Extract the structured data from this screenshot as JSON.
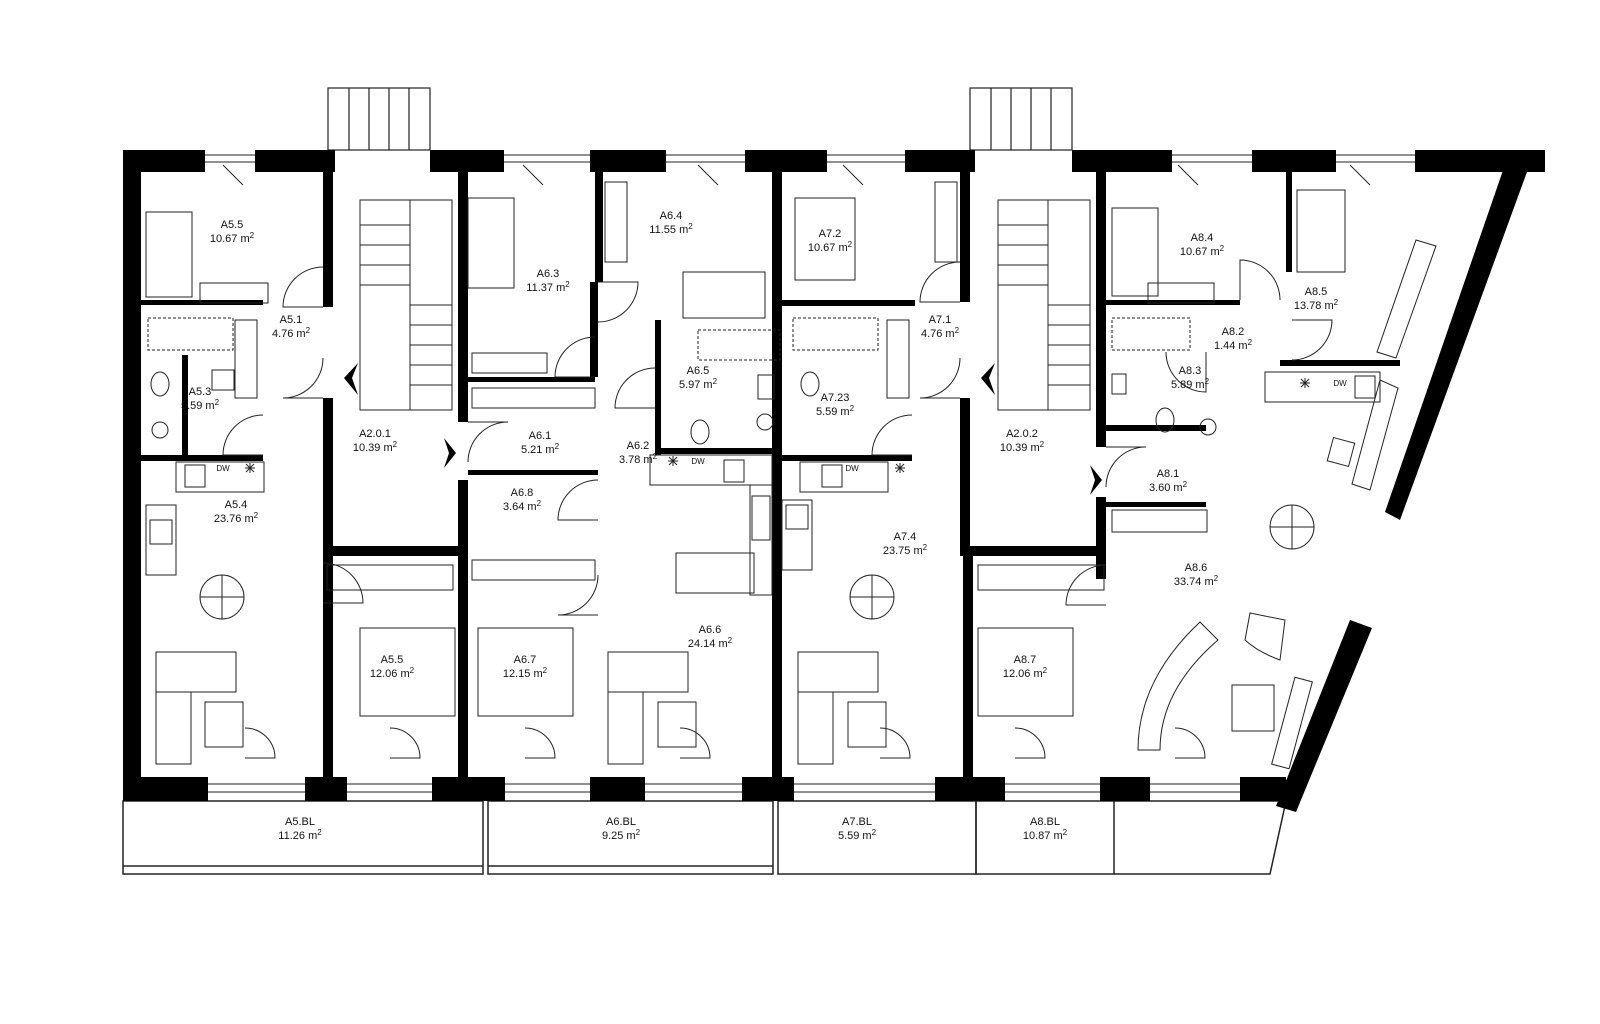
{
  "area_unit": "m",
  "area_exponent": "2",
  "appliance_labels": {
    "dishwasher": "DW"
  },
  "icons": [
    "stair-arrow-icon",
    "entry-arrow-icon",
    "fan-icon",
    "door-swing-icon",
    "table-chairs-icon",
    "bed-icon",
    "sofa-icon",
    "wardrobe-icon",
    "shower-icon",
    "toilet-icon",
    "sink-icon",
    "hob-icon"
  ],
  "colors": {
    "wall": "#000000",
    "line": "#1a1a1a",
    "background": "#ffffff"
  },
  "rooms": [
    {
      "id": "A5.5",
      "code": "A5.5",
      "area": "10.67"
    },
    {
      "id": "A5.1",
      "code": "A5.1",
      "area": "4.76"
    },
    {
      "id": "A5.3",
      "code": "A5.3",
      "area": "5.59"
    },
    {
      "id": "A5.4",
      "code": "A5.4",
      "area": "23.76"
    },
    {
      "id": "A5.5b",
      "code": "A5.5",
      "area": "12.06"
    },
    {
      "id": "A2.0.1",
      "code": "A2.0.1",
      "area": "10.39"
    },
    {
      "id": "A6.3",
      "code": "A6.3",
      "area": "11.37"
    },
    {
      "id": "A6.4",
      "code": "A6.4",
      "area": "11.55"
    },
    {
      "id": "A6.5",
      "code": "A6.5",
      "area": "5.97"
    },
    {
      "id": "A6.1",
      "code": "A6.1",
      "area": "5.21"
    },
    {
      "id": "A6.2",
      "code": "A6.2",
      "area": "3.78"
    },
    {
      "id": "A6.8",
      "code": "A6.8",
      "area": "3.64"
    },
    {
      "id": "A6.7",
      "code": "A6.7",
      "area": "12.15"
    },
    {
      "id": "A6.6",
      "code": "A6.6",
      "area": "24.14"
    },
    {
      "id": "A7.2",
      "code": "A7.2",
      "area": "10.67"
    },
    {
      "id": "A7.1",
      "code": "A7.1",
      "area": "4.76"
    },
    {
      "id": "A7.23",
      "code": "A7.23",
      "area": "5.59"
    },
    {
      "id": "A7.4",
      "code": "A7.4",
      "area": "23.75"
    },
    {
      "id": "A2.0.2",
      "code": "A2.0.2",
      "area": "10.39"
    },
    {
      "id": "A8.4",
      "code": "A8.4",
      "area": "10.67"
    },
    {
      "id": "A8.5",
      "code": "A8.5",
      "area": "13.78"
    },
    {
      "id": "A8.2",
      "code": "A8.2",
      "area": "1.44"
    },
    {
      "id": "A8.3",
      "code": "A8.3",
      "area": "5.89"
    },
    {
      "id": "A8.1",
      "code": "A8.1",
      "area": "3.60"
    },
    {
      "id": "A8.6",
      "code": "A8.6",
      "area": "33.74"
    },
    {
      "id": "A8.7",
      "code": "A8.7",
      "area": "12.06"
    },
    {
      "id": "A5.BL",
      "code": "A5.BL",
      "area": "11.26"
    },
    {
      "id": "A6.BL",
      "code": "A6.BL",
      "area": "9.25"
    },
    {
      "id": "A7.BL",
      "code": "A7.BL",
      "area": "5.59"
    },
    {
      "id": "A8.BL",
      "code": "A8.BL",
      "area": "10.87"
    }
  ]
}
